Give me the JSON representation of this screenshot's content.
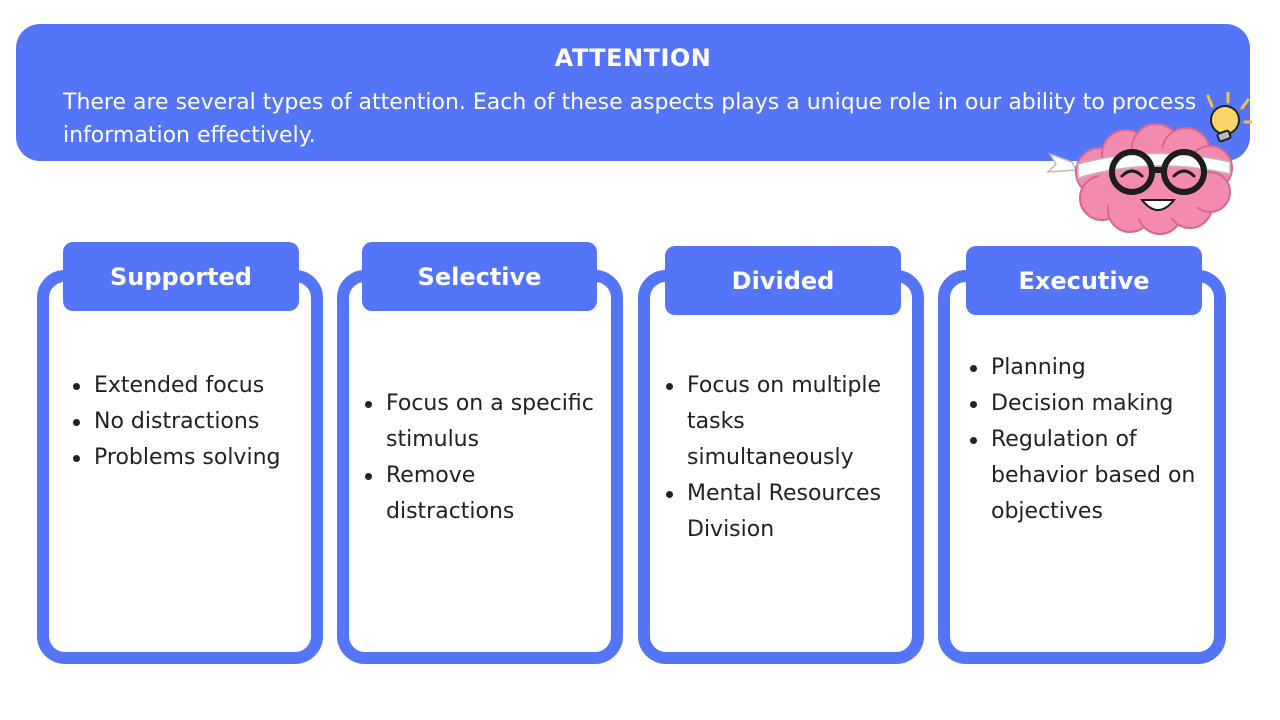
{
  "header": {
    "title": "ATTENTION",
    "description": "There are several types of attention. Each of these aspects plays a unique role in our ability to process information effectively."
  },
  "cards": [
    {
      "title": "Supported",
      "bullets": [
        "Extended focus",
        "No distractions",
        "Problems solving"
      ]
    },
    {
      "title": "Selective",
      "bullets": [
        "Focus on a specific stimulus",
        "Remove distractions"
      ]
    },
    {
      "title": "Divided",
      "bullets": [
        "Focus on multiple tasks simultaneously",
        "Mental Resources Division"
      ]
    },
    {
      "title": "Executive",
      "bullets": [
        "Planning",
        "Decision making",
        "Regulation of behavior based on objectives"
      ]
    }
  ],
  "colors": {
    "accent": "#5575f9",
    "brain": "#f38bb0",
    "text": "#222222"
  },
  "icons": [
    "brain-mascot-icon",
    "lightbulb-icon"
  ]
}
